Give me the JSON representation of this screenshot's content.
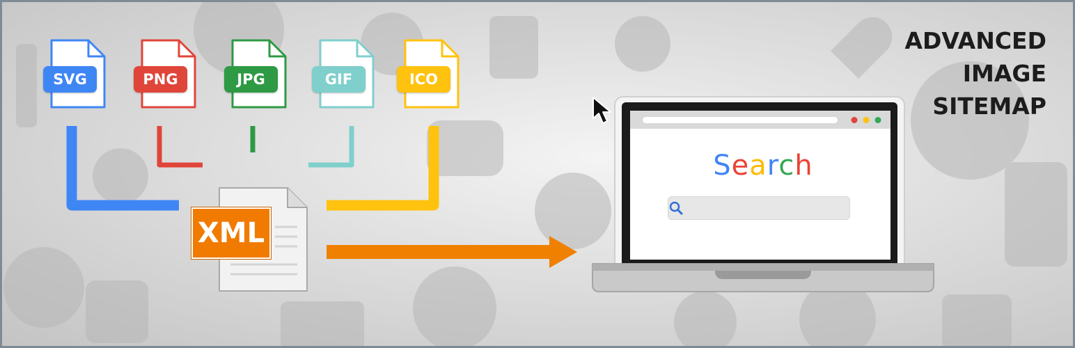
{
  "title": {
    "line1": "ADVANCED",
    "line2": "IMAGE",
    "line3": "SITEMAP"
  },
  "colors": {
    "svg": "#3f86f5",
    "png": "#e0453a",
    "jpg": "#2e9a44",
    "gif": "#7fcfcc",
    "ico": "#ffc20e",
    "xml": "#f07b00",
    "arrow": "#f08000"
  },
  "files": [
    {
      "label": "SVG",
      "icon": "svg-file-icon"
    },
    {
      "label": "PNG",
      "icon": "png-file-icon"
    },
    {
      "label": "JPG",
      "icon": "jpg-file-icon"
    },
    {
      "label": "GIF",
      "icon": "gif-file-icon"
    },
    {
      "label": "ICO",
      "icon": "ico-file-icon"
    }
  ],
  "xml": {
    "label": "XML",
    "icon": "xml-document-icon"
  },
  "browser": {
    "search_letters": [
      "S",
      "e",
      "a",
      "r",
      "c",
      "h"
    ],
    "search_colors": [
      "#4285f4",
      "#ea4335",
      "#fbbc05",
      "#4285f4",
      "#34a853",
      "#ea4335"
    ],
    "icons": [
      "laptop-icon",
      "search-magnifier-icon",
      "mouse-cursor-icon"
    ]
  }
}
